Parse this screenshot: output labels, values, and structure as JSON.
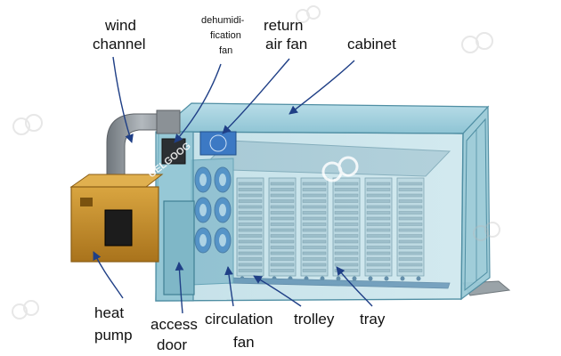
{
  "labels": {
    "wind_channel": [
      "wind",
      "channel"
    ],
    "dehumidification_fan": [
      "dehumidi-",
      "fication",
      "fan"
    ],
    "return_air_fan": [
      "return",
      "air fan"
    ],
    "cabinet": [
      "cabinet"
    ],
    "heat_pump": [
      "heat",
      "pump"
    ],
    "access_door": [
      "access",
      "door"
    ],
    "circulation_fan": [
      "circulation",
      "fan"
    ],
    "trolley": [
      "trolley"
    ],
    "tray": [
      "tray"
    ]
  },
  "watermarks": {
    "center_logo": "GELGOOG"
  },
  "colors": {
    "cabinet_glass": "#8fc7d6",
    "cabinet_edge": "#4f8ea3",
    "heat_pump": "#c9922a",
    "duct": "#8c9298",
    "arrow": "#1f3f86"
  }
}
